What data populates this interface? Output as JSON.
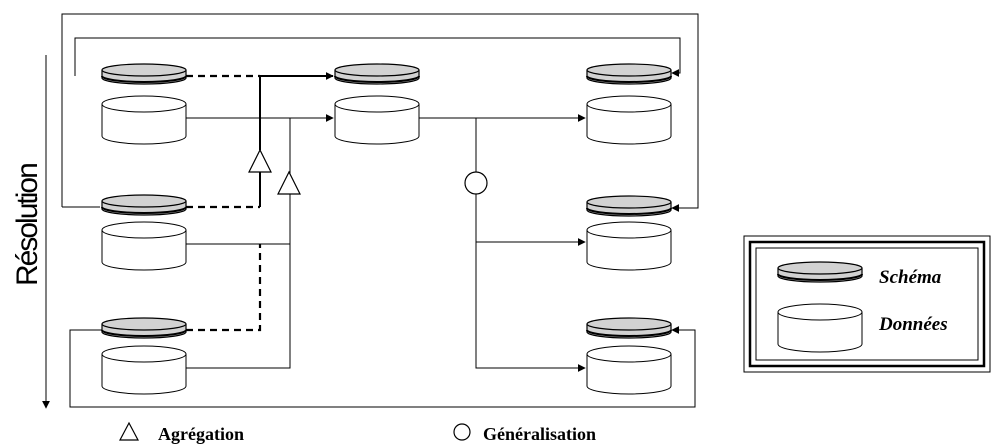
{
  "axis": {
    "label": "Résolution"
  },
  "legend_bottom": {
    "aggregation": "Agrégation",
    "generalisation": "Généralisation"
  },
  "legend_box": {
    "schema": "Schéma",
    "data": "Données"
  }
}
